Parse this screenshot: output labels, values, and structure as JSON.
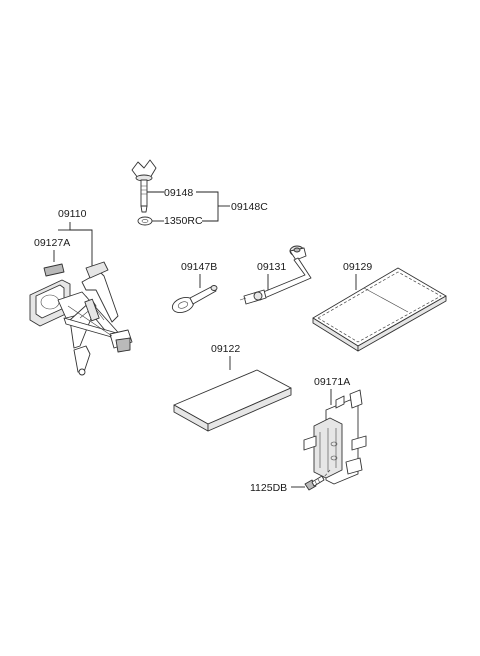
{
  "labels": {
    "p09110": "09110",
    "p09127A": "09127A",
    "p09148": "09148",
    "p09148C": "09148C",
    "p1350RC": "1350RC",
    "p09147B": "09147B",
    "p09131": "09131",
    "p09129": "09129",
    "p09122": "09122",
    "p09171A": "09171A",
    "p1125DB": "1125DB"
  }
}
